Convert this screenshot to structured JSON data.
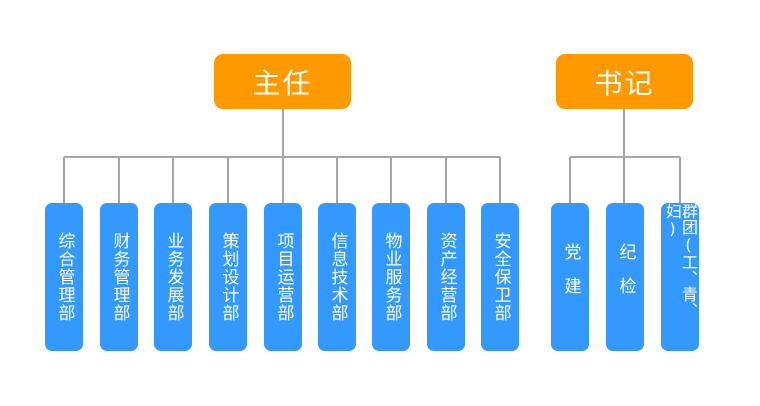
{
  "chart": {
    "director": {
      "label": "主任"
    },
    "secretary": {
      "label": "书记"
    },
    "director_departments": [
      {
        "label": "综合管理部"
      },
      {
        "label": "财务管理部"
      },
      {
        "label": "业务发展部"
      },
      {
        "label": "策划设计部"
      },
      {
        "label": "项目运营部"
      },
      {
        "label": "信息技术部"
      },
      {
        "label": "物业服务部"
      },
      {
        "label": "资产经营部"
      },
      {
        "label": "安全保卫部"
      }
    ],
    "secretary_departments": [
      {
        "label": "党建"
      },
      {
        "label": "纪检"
      },
      {
        "label": "群团(工、青、妇)"
      }
    ]
  },
  "colors": {
    "top_box": "#ff9900",
    "department_box": "#3399ff",
    "connector": "#a6a6a6",
    "text": "#ffffff"
  }
}
